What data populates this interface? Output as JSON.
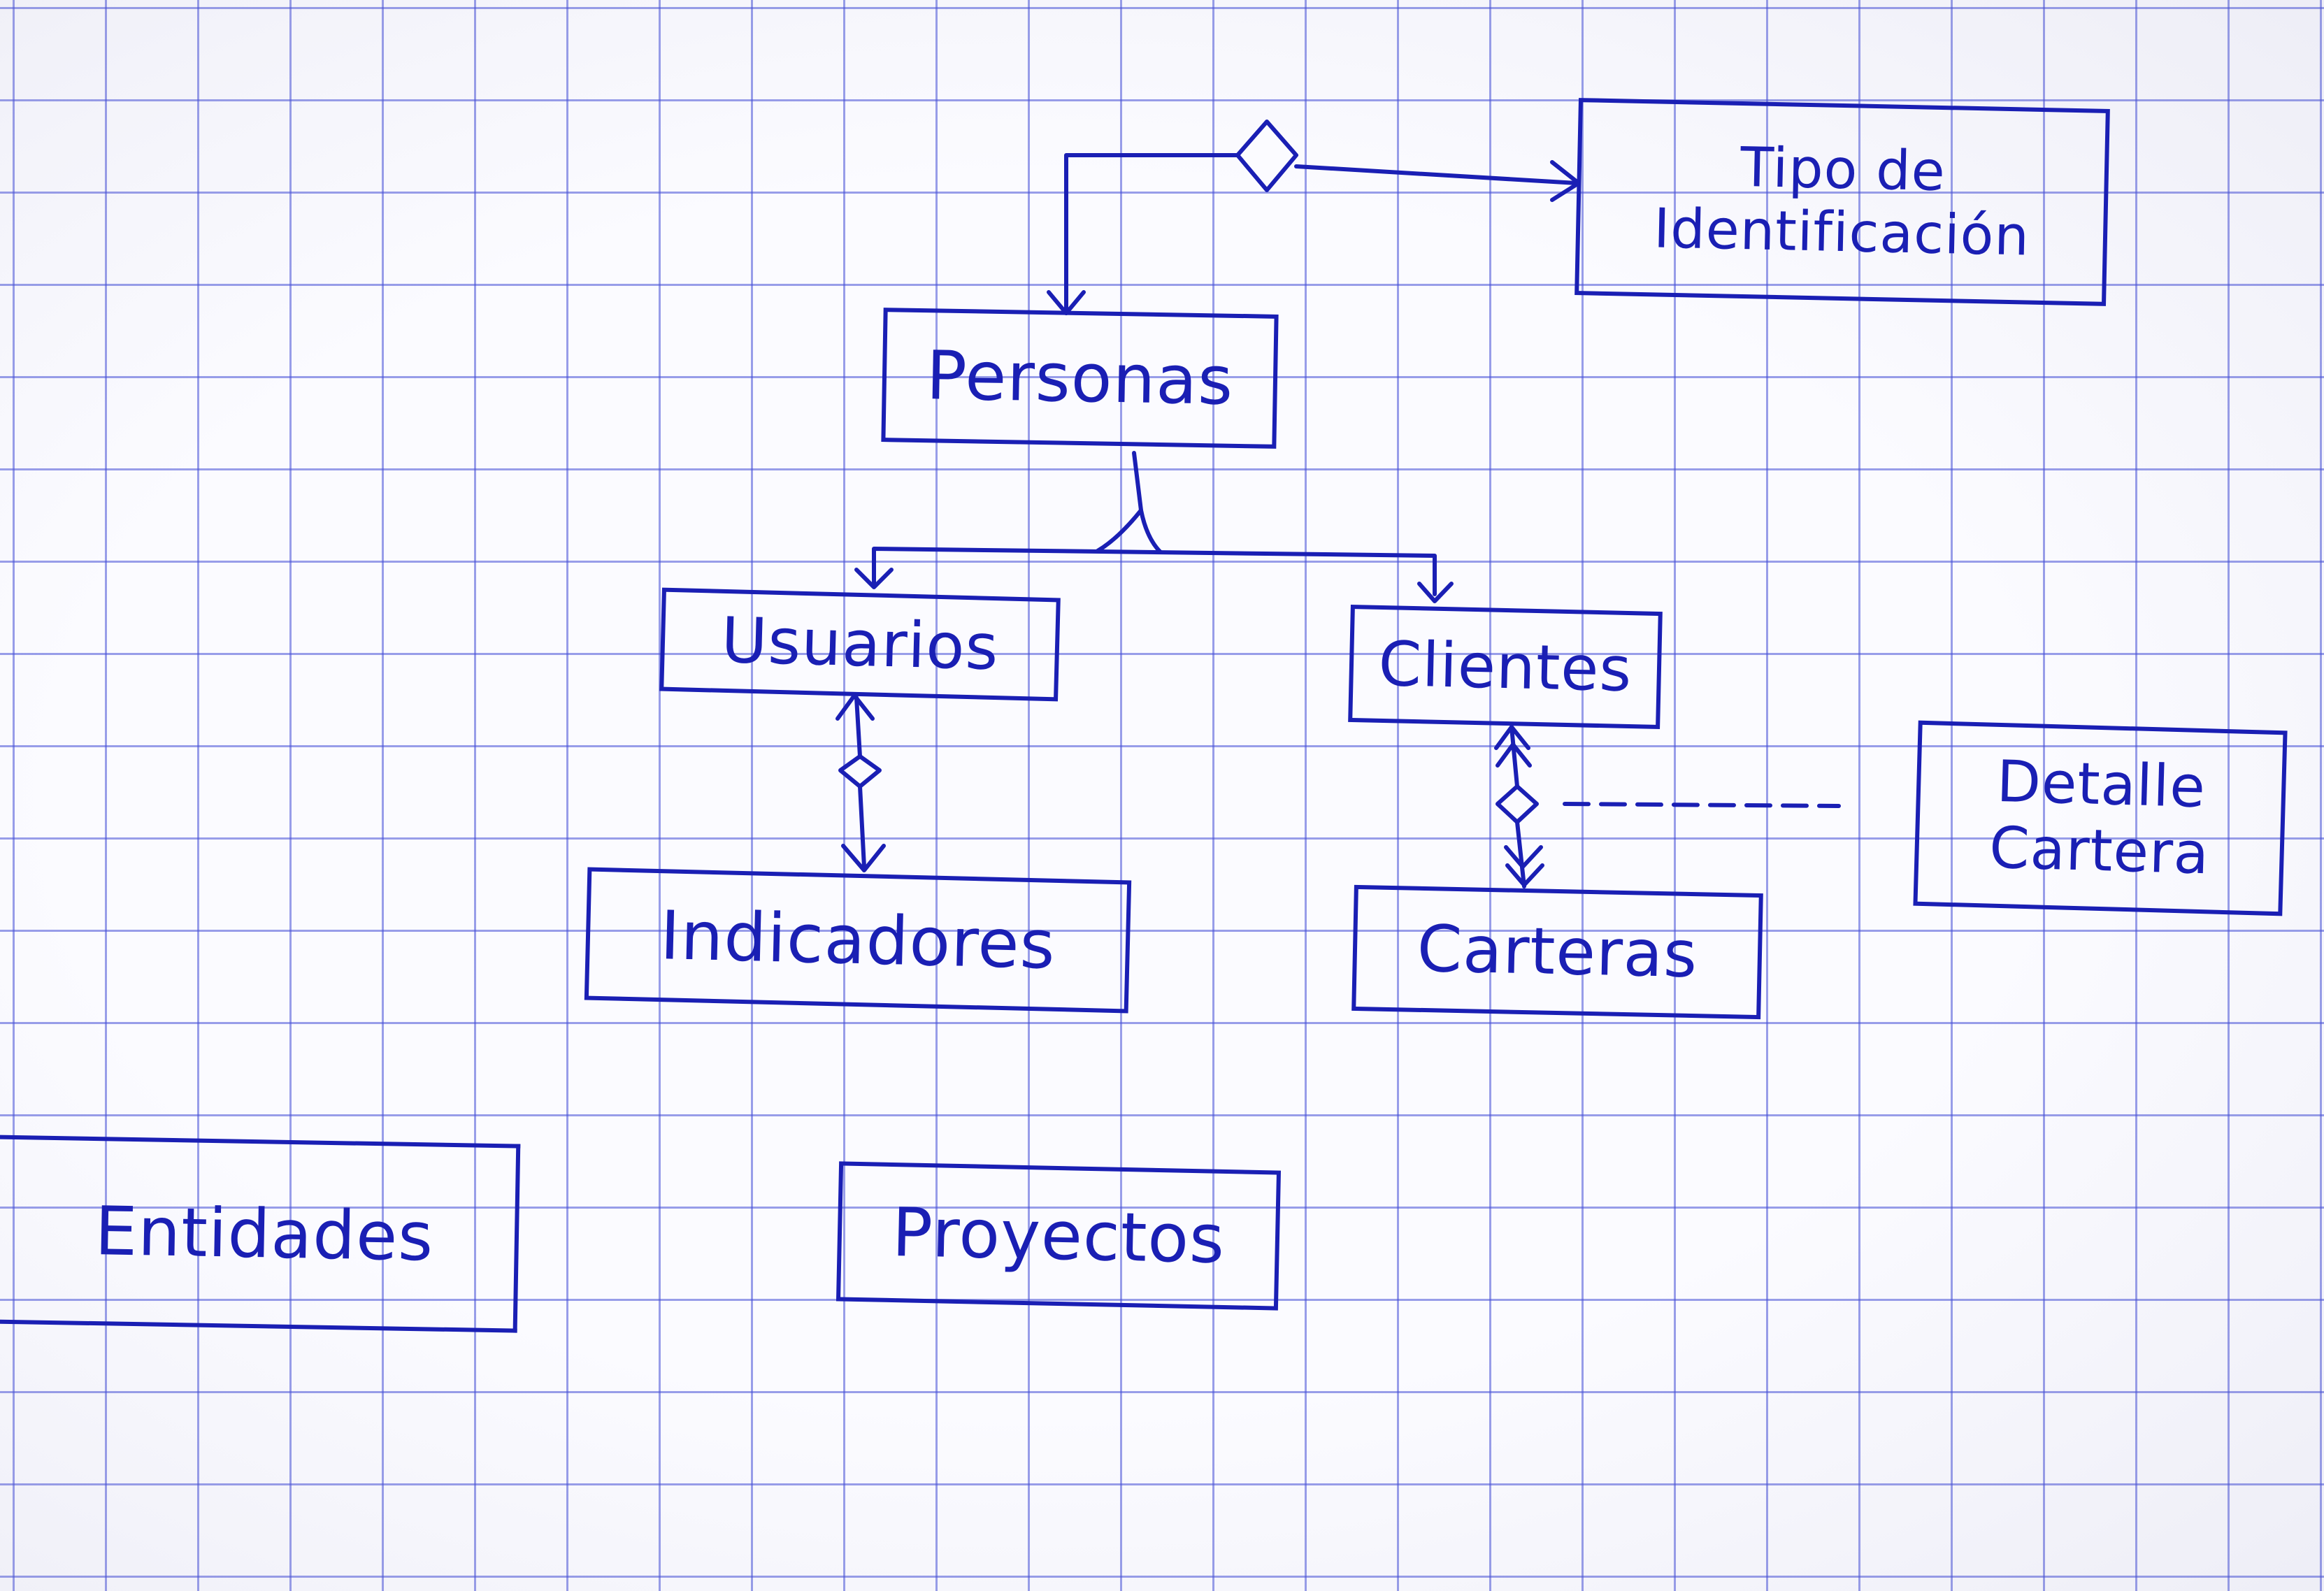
{
  "diagram": {
    "entities": {
      "tipo_identificacion": "Tipo de\nIdentificación",
      "personas": "Personas",
      "usuarios": "Usuarios",
      "clientes": "Clientes",
      "detalle_cartera": "Detalle\nCartera",
      "indicadores": "Indicadores",
      "carteras": "Carteras",
      "entidades": "Entidades",
      "proyectos": "Proyectos"
    },
    "ink_color": "#1a1fb4",
    "grid_color": "#4650d7",
    "paper_color": "#fbfbff"
  }
}
